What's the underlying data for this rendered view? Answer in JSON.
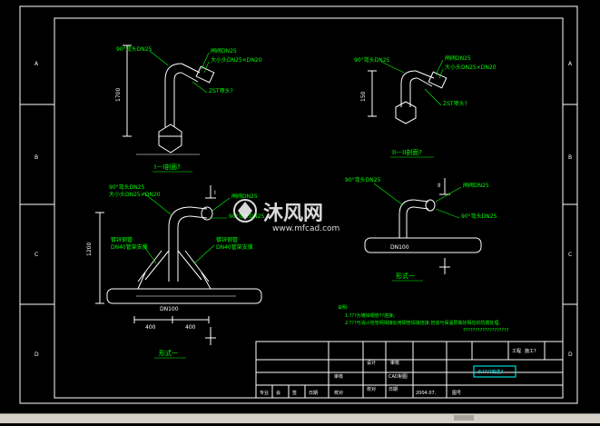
{
  "colors": {
    "background": "#000000",
    "frame": "#ffffff",
    "annotation": "#00ff00",
    "dimension": "#ffffff",
    "title_highlight": "#00ffff",
    "text": "#ffffff"
  },
  "border_marks": {
    "left": [
      "A",
      "B",
      "C",
      "D"
    ],
    "right": [
      "A",
      "B",
      "C",
      "D"
    ]
  },
  "view_top_left": {
    "label_elbow": "90°弯头DN25",
    "label_valve": "闸阀DN25",
    "label_reducer": "大小头DN25×DN20",
    "label_nozzle": "ZST喷头?",
    "dim_height": "1700",
    "section_title": "I－I剖面?"
  },
  "view_top_right": {
    "label_elbow": "90°弯头DN25",
    "label_valve": "闸阀DN25",
    "label_reducer": "大小头DN25×DN20",
    "label_nozzle": "ZST喷头?",
    "dim_height": "150",
    "section_title": "II－II剖面?"
  },
  "view_main": {
    "label_elbow_top": "90°弯头DN25",
    "label_reducer_top": "大小头DN25×DN20",
    "label_valve": "闸阀DN25",
    "label_elbow_mid": "90°弯头DN25",
    "label_support_left": "镀锌钢管",
    "label_support_left2": "DN40管架支撑",
    "label_support_right": "镀锌钢管",
    "label_support_right2": "DN40管架支撑",
    "dim_height": "1200",
    "pipe_label": "DN100",
    "dim_left": "400",
    "dim_right": "400",
    "section_mark": "I",
    "title": "形式一"
  },
  "view_side": {
    "label_elbow": "90°弯头DN25",
    "label_valve": "闸阀DN25",
    "label_elbow2": "90°弯头DN25",
    "pipe_label": "DN100",
    "section_mark": "II",
    "title": "形式一"
  },
  "notes": {
    "heading": "说明:",
    "line1": "1.???为镀锌钢管??连接。",
    "line2": "2.???与消火栓管网相接处用钢管焊接连接,管道与保温层做好相应的防腐处理。",
    "line3": "???????????????????"
  },
  "title_block": {
    "project_label": "工程",
    "project_name": "施工?",
    "drawing_name": "水????安装?",
    "row1_a": "设计",
    "row1_b": "审核",
    "row2_a": "审核",
    "row2_b": "CAD制图",
    "row3_a": "校对",
    "row3_b": "日期",
    "date": "2004.07.",
    "sheet_label": "图号",
    "bottom_cells": [
      "专业",
      "会",
      "签",
      "日期",
      "校对"
    ]
  },
  "watermark": {
    "brand": "沐风网",
    "url": "www.mfcad.com"
  }
}
